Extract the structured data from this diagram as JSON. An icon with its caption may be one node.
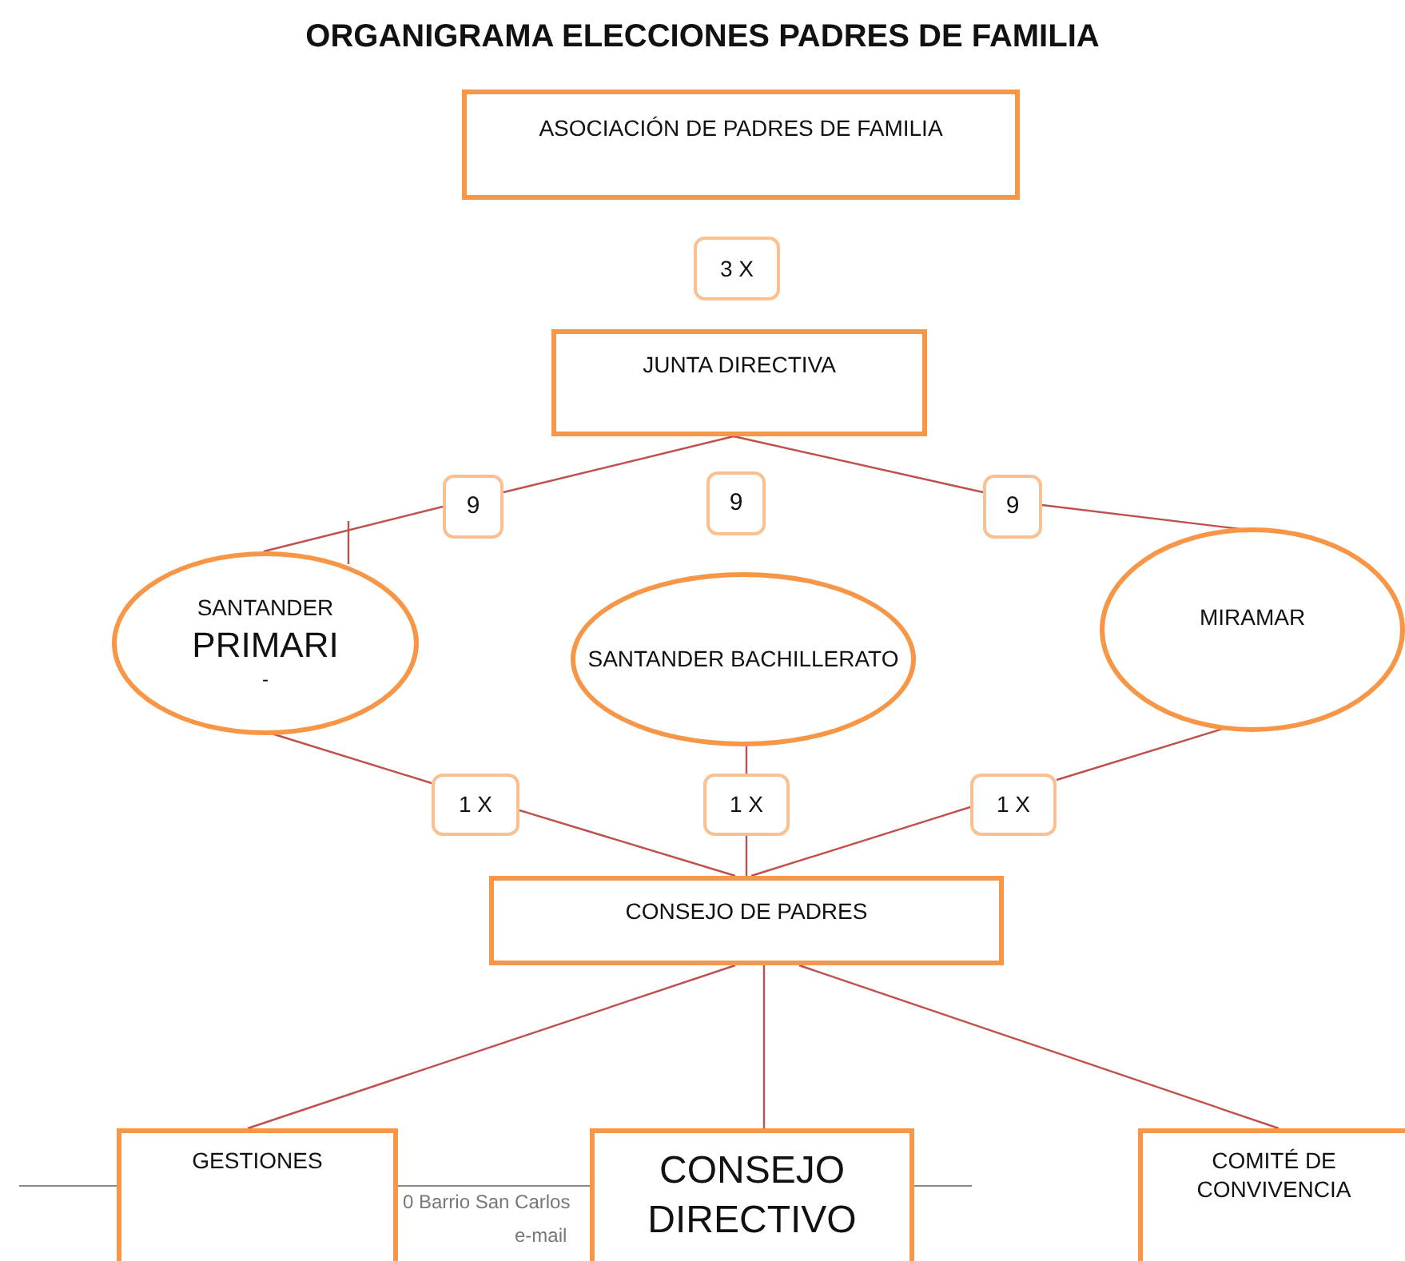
{
  "diagram": {
    "title": "ORGANIGRAMA ELECCIONES PADRES DE FAMILIA",
    "nodes": [
      {
        "text": [
          "ASOCIACIÓN DE PADRES DE FAMILIA"
        ]
      },
      {
        "text": [
          "3 X"
        ]
      },
      {
        "text": [
          "JUNTA DIRECTIVA"
        ]
      },
      {
        "text": [
          "9"
        ]
      },
      {
        "text": [
          "9"
        ]
      },
      {
        "text": [
          "9"
        ]
      },
      {
        "text": [
          "SANTANDER",
          "PRIMARI",
          "-"
        ]
      },
      {
        "text": [
          "SANTANDER BACHILLERATO"
        ]
      },
      {
        "text": [
          "MIRAMAR"
        ]
      },
      {
        "text": [
          "1 X"
        ]
      },
      {
        "text": [
          "1 X"
        ]
      },
      {
        "text": [
          "1 X"
        ]
      },
      {
        "text": [
          "CONSEJO DE PADRES"
        ]
      },
      {
        "text": [
          "GESTIONES"
        ]
      },
      {
        "text": [
          "CONSEJO DIRECTIVO"
        ]
      },
      {
        "text": [
          "COMITÉ DE CONVIVENCIA"
        ]
      }
    ],
    "edges": [
      {
        "from": 2,
        "to": 3,
        "arrow": "none"
      },
      {
        "from": 3,
        "to": 6,
        "arrow": "none"
      },
      {
        "from": 2,
        "to": 5,
        "arrow": "none"
      },
      {
        "from": 5,
        "to": 8,
        "arrow": "none"
      },
      {
        "from": 6,
        "to": 9,
        "arrow": "none"
      },
      {
        "from": 9,
        "to": 12,
        "arrow": "none"
      },
      {
        "from": 7,
        "to": 10,
        "arrow": "none"
      },
      {
        "from": 10,
        "to": 12,
        "arrow": "none"
      },
      {
        "from": 8,
        "to": 11,
        "arrow": "none"
      },
      {
        "from": 11,
        "to": 12,
        "arrow": "none"
      },
      {
        "from": 12,
        "to": 13,
        "arrow": "none"
      },
      {
        "from": 12,
        "to": 14,
        "arrow": "none"
      },
      {
        "from": 12,
        "to": 15,
        "arrow": "none"
      }
    ],
    "labels": [
      "0 Barrio San Carlos",
      "e-mail"
    ]
  }
}
